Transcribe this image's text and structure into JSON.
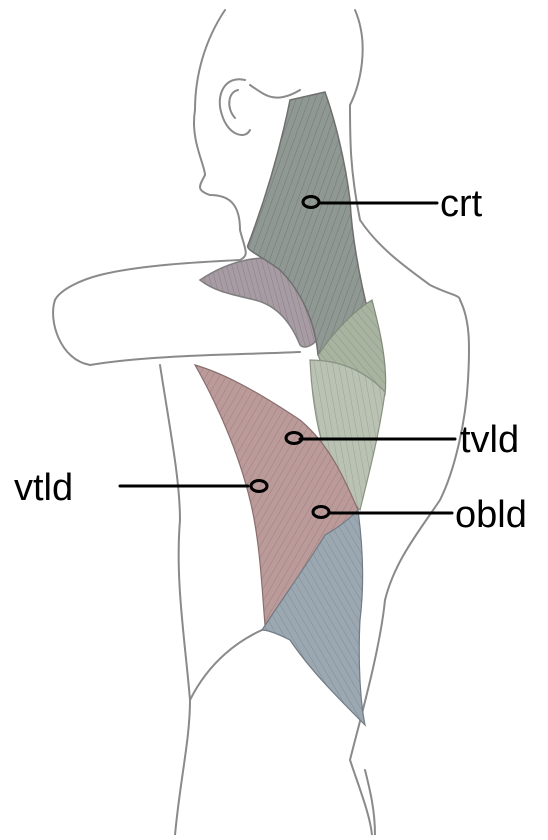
{
  "figure": {
    "subject": "posterior view of torso with back muscles",
    "labels": {
      "crt": "crt",
      "tvld": "tvld",
      "vtld": "vtld",
      "obld": "obld"
    },
    "colors": {
      "outline": "#8a8a8a",
      "crt_muscle": "#8e9590",
      "crt_lower": "#a9b4a0",
      "shoulder_band": "#a79aa3",
      "tvld_muscle": "#b9c2b2",
      "vtld_muscle": "#b79595",
      "obld_muscle": "#98a4ad",
      "leader_line": "#000000",
      "label_text": "#000000"
    }
  }
}
